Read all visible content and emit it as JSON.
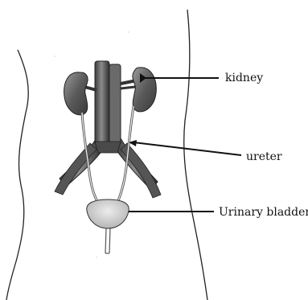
{
  "labels": {
    "kidney": "kidney",
    "ureter": "ureter",
    "urinary_bladder": "Urinary bladder"
  }
}
